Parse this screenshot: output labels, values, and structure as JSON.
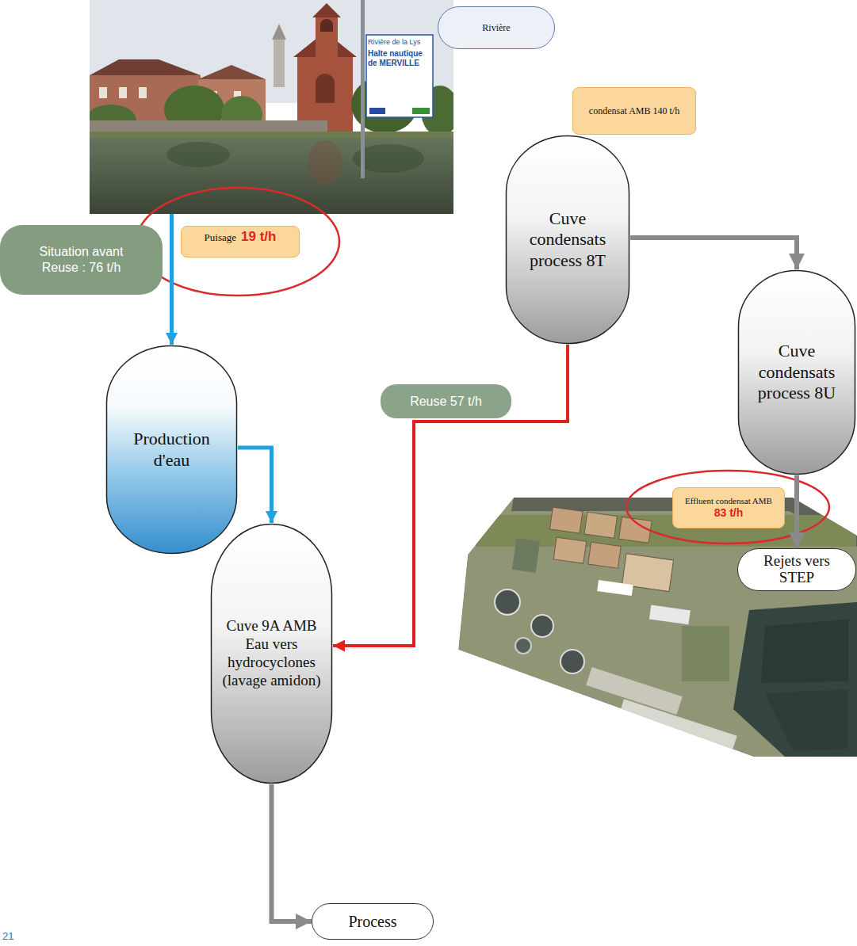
{
  "diagram": {
    "nodes": [
      {
        "text": [
          "Rivière de la Lys",
          "Halte nautique de MERVILLE"
        ]
      },
      {
        "text": [
          "Rivière"
        ]
      },
      {
        "text": [
          "Situation avant Reuse : 76 t/h"
        ]
      },
      {
        "text": [
          "Puisage",
          "19 t/h"
        ]
      },
      {
        "text": [
          "condensat AMB 140 t/h"
        ]
      },
      {
        "text": [
          "Cuve condensats process 8T"
        ]
      },
      {
        "text": [
          "Production d'eau"
        ]
      },
      {
        "text": [
          "Cuve condensats process 8U"
        ]
      },
      {
        "text": [
          "Effluent condensat AMB",
          "83 t/h"
        ]
      },
      {
        "text": [
          "Rejets vers STEP"
        ]
      },
      {
        "text": [
          "Cuve 9A AMB Eau vers hydrocyclones (lavage amidon)"
        ]
      },
      {
        "text": [
          "Process"
        ]
      }
    ],
    "edges": [
      {
        "from": 0,
        "to": 6,
        "arrow": "to"
      },
      {
        "from": 5,
        "to": 7,
        "arrow": "to"
      },
      {
        "from": 5,
        "to": 10,
        "arrow": "to",
        "label": "Reuse 57 t/h"
      },
      {
        "from": 6,
        "to": 10,
        "arrow": "to"
      },
      {
        "from": 7,
        "to": 9,
        "arrow": "to"
      },
      {
        "from": 10,
        "to": 11,
        "arrow": "to"
      }
    ],
    "labels": [
      "21"
    ]
  }
}
